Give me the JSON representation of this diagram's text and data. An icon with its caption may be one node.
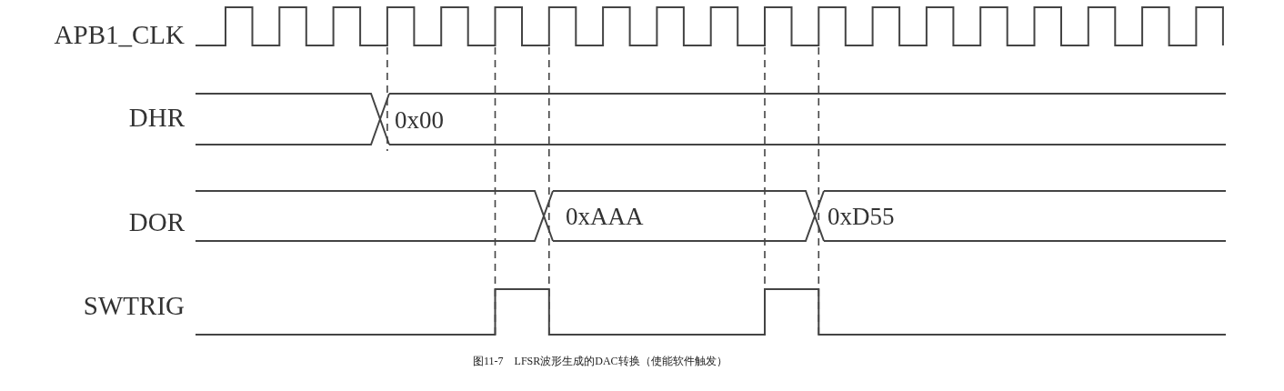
{
  "diagram": {
    "caption": "图11-7　LFSR波形生成的DAC转换（使能软件触发）",
    "labels": [
      "APB1_CLK",
      "DHR",
      "0x00",
      "DOR",
      "0xAAA",
      "0xD55",
      "SWTRIG"
    ]
  }
}
